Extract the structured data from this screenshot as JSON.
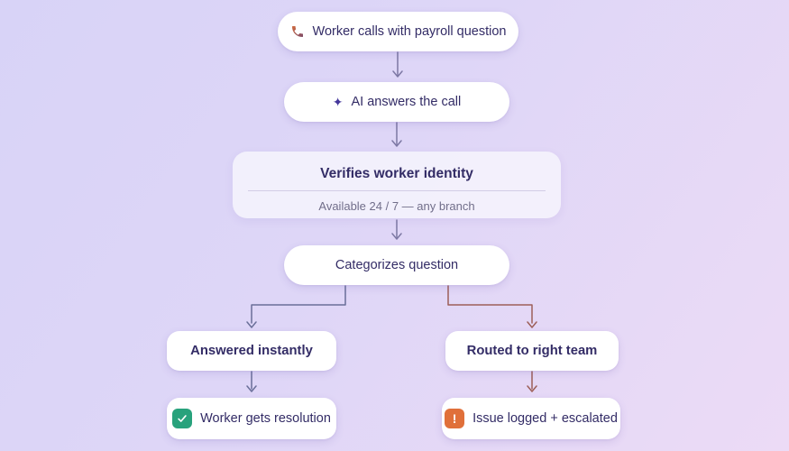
{
  "page": {
    "background_start": "#d8d3f7",
    "background_end": "#ecdbf6",
    "node_background": "#ffffff",
    "text_color": "#332c66",
    "subtitle_color": "#716e8a"
  },
  "flow": {
    "nodes": {
      "call": {
        "label": "Worker calls with payroll question",
        "icon": "phone-icon",
        "icon_color": "#c2603f"
      },
      "ai": {
        "label": "AI answers the call",
        "icon": "sparkle-icon",
        "sparkle_glyph": "✦",
        "icon_color": "#44379b"
      },
      "verify": {
        "title": "Verifies worker identity",
        "subtitle": "Available 24 / 7 — any branch"
      },
      "categorize": {
        "label": "Categorizes question"
      },
      "answered": {
        "label": "Answered instantly"
      },
      "routed": {
        "label": "Routed to right team"
      },
      "resolution": {
        "label": "Worker gets resolution",
        "icon": "check-icon",
        "icon_color": "#28a27c"
      },
      "escalated": {
        "label": "Issue logged + escalated",
        "icon": "alert-icon",
        "alert_glyph": "!",
        "icon_color": "#e0703a"
      }
    },
    "connectors": {
      "arrow_color": "#7d78a4",
      "left_branch_color": "#6a6f99",
      "right_branch_color": "#9d5f58"
    }
  }
}
